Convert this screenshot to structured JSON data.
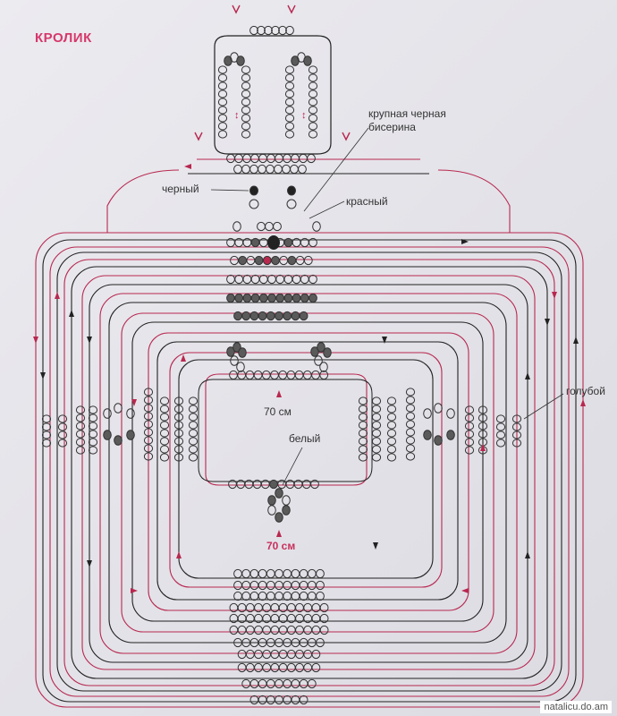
{
  "title": "КРОЛИК",
  "labels": {
    "large_black_bead": "крупная черная бисерина",
    "black": "черный",
    "red": "красный",
    "blue": "голубой",
    "white": "белый",
    "wire_length_top": "70 см",
    "wire_length_bottom": "70 см"
  },
  "watermark": "natalicu.do.am",
  "colors": {
    "accent": "#d6386a",
    "red_wire": "#b8284f",
    "black_wire": "#222222",
    "bead_outline": "#333333",
    "bead_dark": "#5a5a5a"
  }
}
